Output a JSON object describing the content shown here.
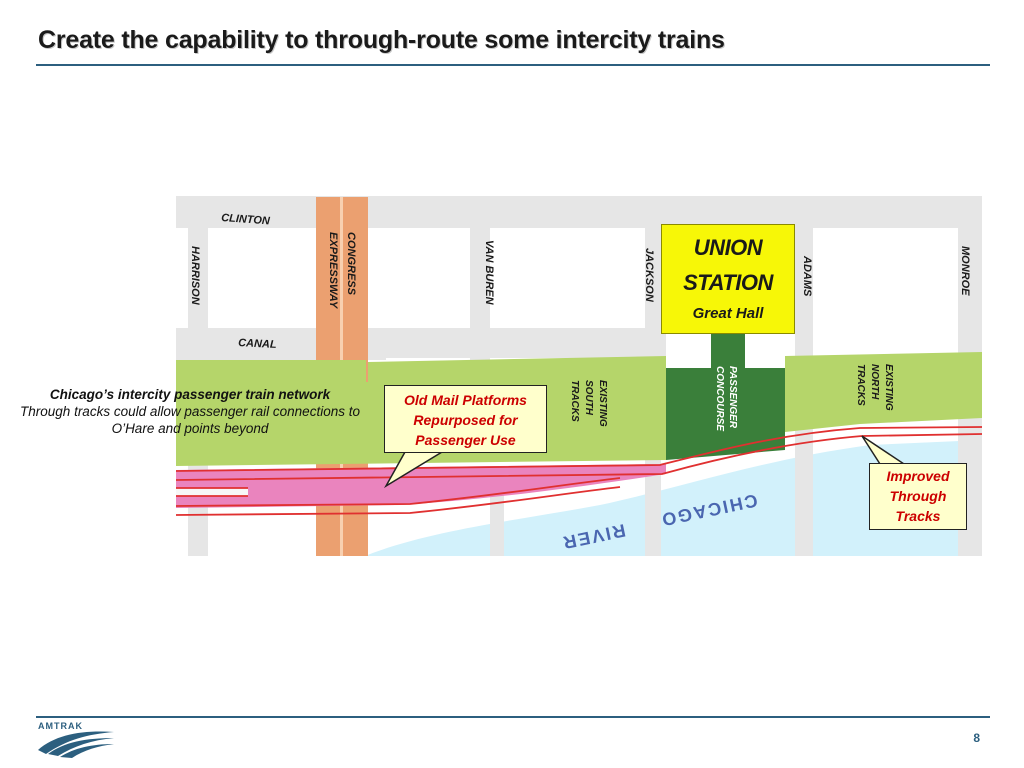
{
  "slide": {
    "title": "Create the capability to through-route some intercity trains",
    "page_number": "8"
  },
  "map": {
    "streets": {
      "clinton": "CLINTON",
      "harrison": "HARRISON",
      "congress": "CONGRESS",
      "expressway": "EXPRESSWAY",
      "van_buren": "VAN BUREN",
      "jackson": "JACKSON",
      "adams": "ADAMS",
      "monroe": "MONROE",
      "canal": "CANAL"
    },
    "station": {
      "name_line1": "UNION",
      "name_line2": "STATION",
      "sub": "Great Hall"
    },
    "concourse": {
      "line1": "PASSENGER",
      "line2": "CONCOURSE"
    },
    "south_tracks": {
      "line1": "EXISTING",
      "line2": "SOUTH",
      "line3": "TRACKS"
    },
    "north_tracks": {
      "line1": "EXISTING",
      "line2": "NORTH",
      "line3": "TRACKS"
    },
    "river": {
      "word1": "CHICAGO",
      "word2": "RIVER"
    },
    "colors": {
      "street": "#e6e6e6",
      "expressway": "#eba070",
      "platform_green": "#b5d56a",
      "concourse_green": "#3a7f3a",
      "mail_platform": "#ea84be",
      "river": "#d2f1fb",
      "track": "#e03030",
      "station_yellow": "#f7f707"
    }
  },
  "network_note": {
    "heading": "Chicago’s intercity passenger train network",
    "body": "Through tracks could allow passenger rail connections to O’Hare and points beyond"
  },
  "callouts": {
    "mail_platforms": {
      "line1": "Old Mail Platforms",
      "line2": "Repurposed for",
      "line3": "Passenger Use"
    },
    "through_tracks": {
      "line1": "Improved",
      "line2": "Through",
      "line3": "Tracks"
    }
  },
  "logo": {
    "text": "AMTRAK"
  }
}
